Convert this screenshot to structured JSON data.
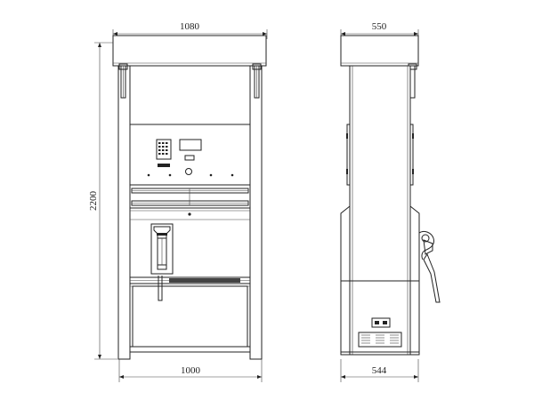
{
  "dimensions": {
    "front_top_width": "1080",
    "front_height": "2200",
    "front_bottom_width": "1000",
    "side_top_width": "550",
    "side_bottom_width": "544"
  }
}
